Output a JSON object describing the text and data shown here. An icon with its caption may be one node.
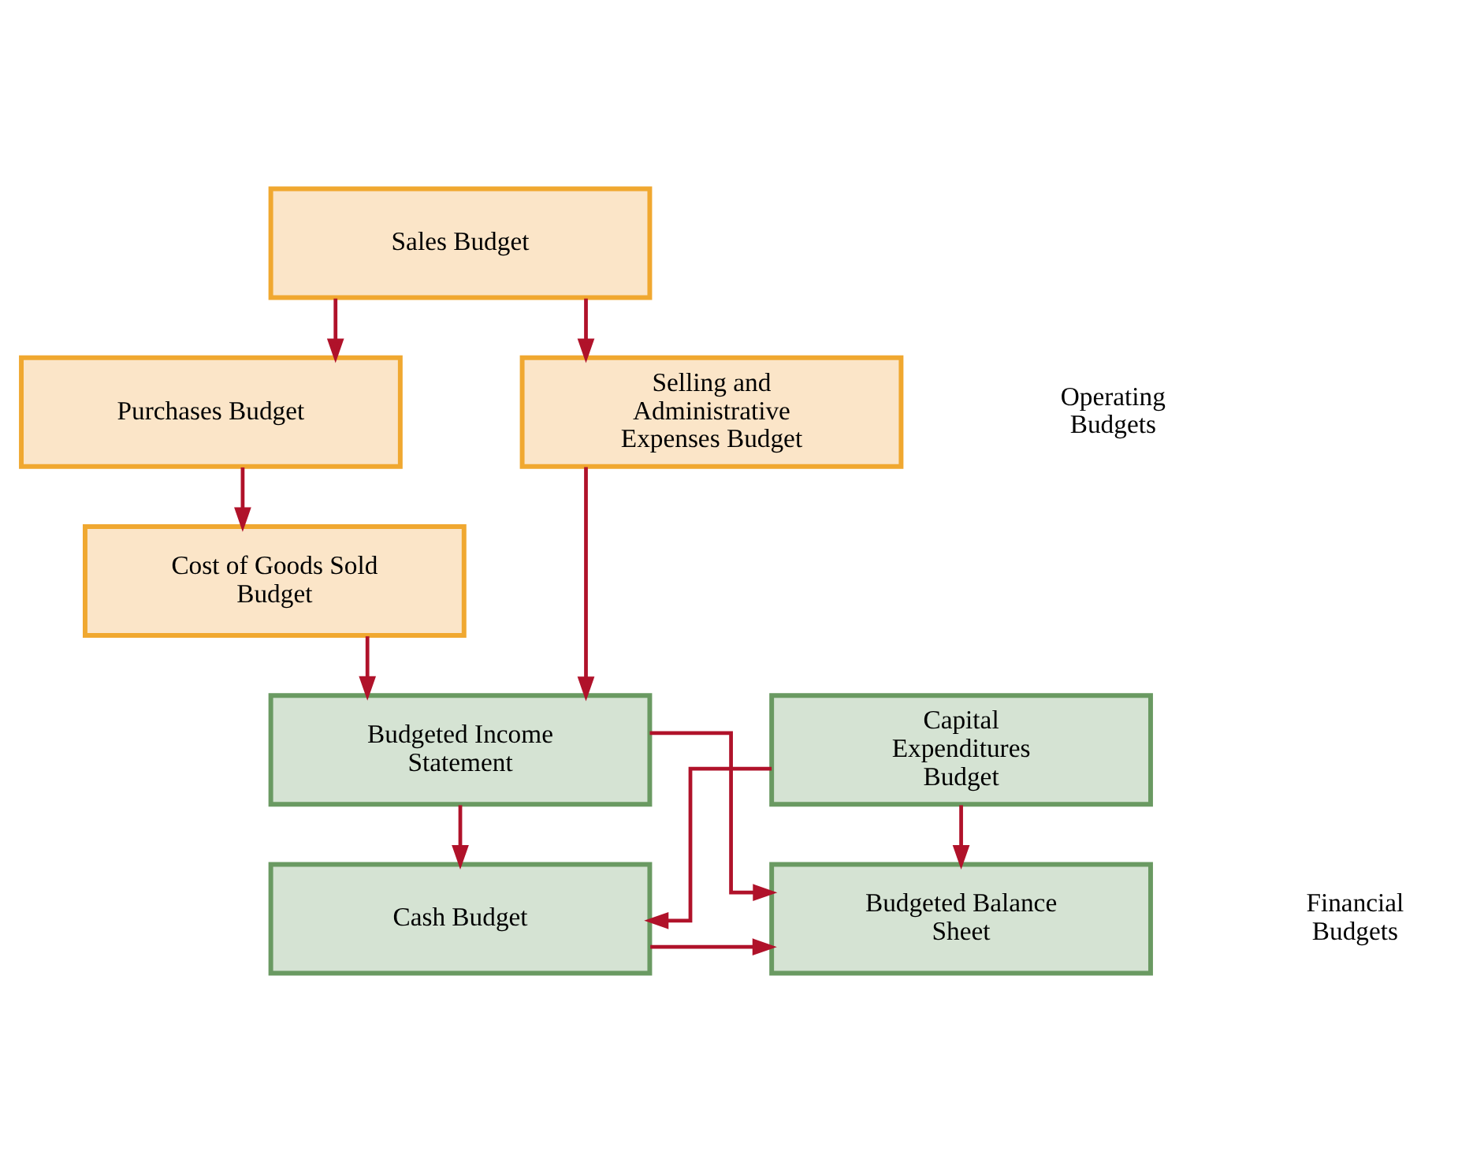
{
  "diagram": {
    "nodes": [
      {
        "text": [
          "Sales Budget"
        ]
      },
      {
        "text": [
          "Purchases Budget"
        ]
      },
      {
        "text": [
          "Cost of Goods Sold Budget"
        ]
      },
      {
        "text": [
          "Selling and Administrative Expenses Budget"
        ]
      },
      {
        "text": [
          "Budgeted Income Statement"
        ]
      },
      {
        "text": [
          "Cash Budget"
        ]
      },
      {
        "text": [
          "Budgeted Balance Sheet"
        ]
      },
      {
        "text": [
          "Capital Expenditures Budget"
        ]
      }
    ],
    "edges": [
      {
        "from": 0,
        "to": 1,
        "arrow": "to"
      },
      {
        "from": 1,
        "to": 2,
        "arrow": "to"
      },
      {
        "from": 0,
        "to": 3,
        "arrow": "to"
      },
      {
        "from": 2,
        "to": 4,
        "arrow": "to"
      },
      {
        "from": 3,
        "to": 4,
        "arrow": "to"
      },
      {
        "from": 4,
        "to": 5,
        "arrow": "to"
      },
      {
        "from": 4,
        "to": 6,
        "arrow": "to"
      },
      {
        "from": 5,
        "to": 6,
        "arrow": "to"
      },
      {
        "from": 7,
        "to": 5,
        "arrow": "to"
      },
      {
        "from": 7,
        "to": 6,
        "arrow": "to"
      }
    ],
    "labels": [
      "Operating Budgets",
      "Financial Budgets"
    ]
  }
}
